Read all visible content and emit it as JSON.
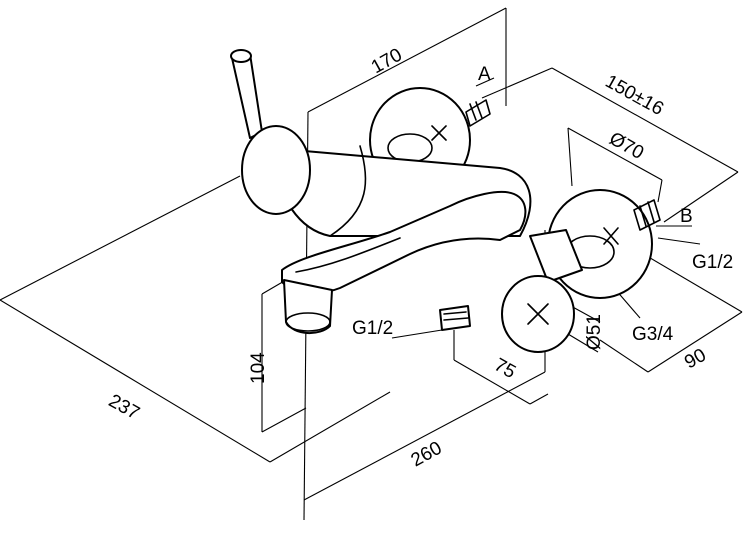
{
  "drawing": {
    "dim_170": "170",
    "dim_150": "150±16",
    "dim_70": "Ø70",
    "dim_237": "237",
    "dim_104": "104",
    "dim_260": "260",
    "dim_75": "75",
    "dim_51": "Ø51",
    "dim_90": "90",
    "label_a": "A",
    "label_b": "B",
    "thread_b": "G1/2",
    "thread_outlet": "G1/2",
    "thread_handle": "G3/4"
  }
}
